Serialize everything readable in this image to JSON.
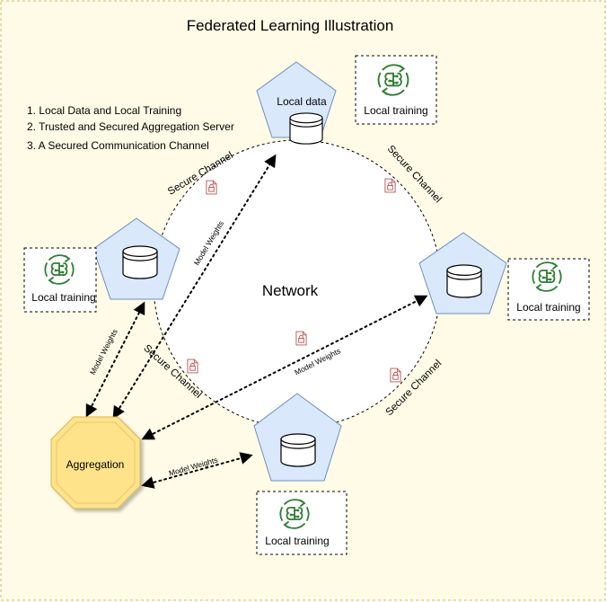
{
  "title": "Federated Learning Illustration",
  "list_items": [
    "1. Local Data and Local Training",
    "2. Trusted and Secured Aggregation Server",
    "3. A Secured Communication Channel"
  ],
  "network_label": "Network",
  "aggregation_label": "Aggregation",
  "top_node_label": "Local data",
  "local_training_label": "Local training",
  "secure_channel_label": "Secure Channel",
  "model_weights_label": "Model Weights",
  "colors": {
    "background": "#fffbe6",
    "frame_border": "#d6b656",
    "node_fill": "#dae8fc",
    "node_stroke": "#6c8ebf",
    "aggregation_fill": "#ffe38a",
    "aggregation_stroke": "#d6b656",
    "icon_green": "#2e7d32",
    "lock_red": "#b85450"
  },
  "icons": {
    "database": "database-icon",
    "brain": "ai-brain-cycle-icon",
    "lock": "padlock-document-icon"
  }
}
